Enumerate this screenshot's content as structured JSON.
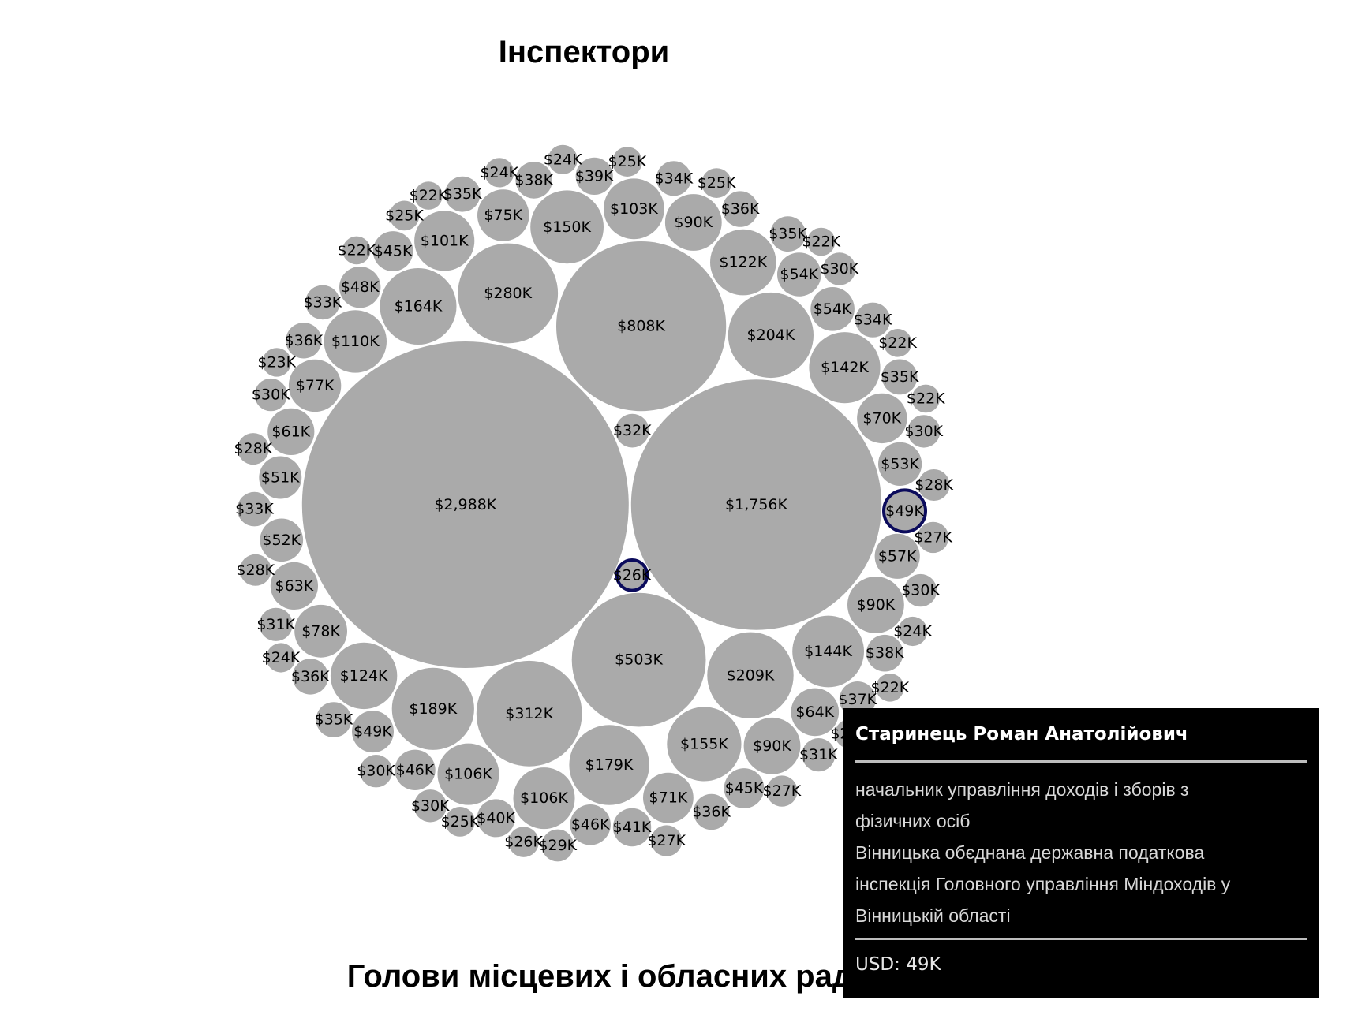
{
  "chart_data": {
    "type": "bubble",
    "title": "Інспектори",
    "next_section_title": "Голови місцевих і обласних рад",
    "bubble_color": "#aaaaaa",
    "highlight_color": "#0b0b5c",
    "bubbles": [
      {
        "label": "$2,988K",
        "value": 2988
      },
      {
        "label": "$1,756K",
        "value": 1756
      },
      {
        "label": "$808K",
        "value": 808
      },
      {
        "label": "$503K",
        "value": 503
      },
      {
        "label": "$312K",
        "value": 312
      },
      {
        "label": "$280K",
        "value": 280
      },
      {
        "label": "$209K",
        "value": 209
      },
      {
        "label": "$204K",
        "value": 204
      },
      {
        "label": "$189K",
        "value": 189
      },
      {
        "label": "$179K",
        "value": 179
      },
      {
        "label": "$164K",
        "value": 164
      },
      {
        "label": "$155K",
        "value": 155
      },
      {
        "label": "$150K",
        "value": 150
      },
      {
        "label": "$144K",
        "value": 144
      },
      {
        "label": "$142K",
        "value": 142
      },
      {
        "label": "$124K",
        "value": 124
      },
      {
        "label": "$122K",
        "value": 122
      },
      {
        "label": "$110K",
        "value": 110
      },
      {
        "label": "$106K",
        "value": 106
      },
      {
        "label": "$106K",
        "value": 106
      },
      {
        "label": "$103K",
        "value": 103
      },
      {
        "label": "$101K",
        "value": 101
      },
      {
        "label": "$90K",
        "value": 90
      },
      {
        "label": "$90K",
        "value": 90
      },
      {
        "label": "$90K",
        "value": 90
      },
      {
        "label": "$78K",
        "value": 78
      },
      {
        "label": "$77K",
        "value": 77
      },
      {
        "label": "$75K",
        "value": 75
      },
      {
        "label": "$71K",
        "value": 71
      },
      {
        "label": "$70K",
        "value": 70
      },
      {
        "label": "$64K",
        "value": 64
      },
      {
        "label": "$63K",
        "value": 63
      },
      {
        "label": "$61K",
        "value": 61
      },
      {
        "label": "$57K",
        "value": 57
      },
      {
        "label": "$54K",
        "value": 54
      },
      {
        "label": "$54K",
        "value": 54
      },
      {
        "label": "$53K",
        "value": 53
      },
      {
        "label": "$52K",
        "value": 52
      },
      {
        "label": "$51K",
        "value": 51
      },
      {
        "label": "$49K",
        "value": 49,
        "highlighted": true
      },
      {
        "label": "$49K",
        "value": 49
      },
      {
        "label": "$48K",
        "value": 48
      },
      {
        "label": "$46K",
        "value": 46
      },
      {
        "label": "$46K",
        "value": 46
      },
      {
        "label": "$45K",
        "value": 45
      },
      {
        "label": "$45K",
        "value": 45
      },
      {
        "label": "$41K",
        "value": 41
      },
      {
        "label": "$40K",
        "value": 40
      },
      {
        "label": "$39K",
        "value": 39
      },
      {
        "label": "$38K",
        "value": 38
      },
      {
        "label": "$38K",
        "value": 38
      },
      {
        "label": "$37K",
        "value": 37
      },
      {
        "label": "$36K",
        "value": 36
      },
      {
        "label": "$36K",
        "value": 36
      },
      {
        "label": "$36K",
        "value": 36
      },
      {
        "label": "$36K",
        "value": 36
      },
      {
        "label": "$35K",
        "value": 35
      },
      {
        "label": "$35K",
        "value": 35
      },
      {
        "label": "$35K",
        "value": 35
      },
      {
        "label": "$35K",
        "value": 35
      },
      {
        "label": "$34K",
        "value": 34
      },
      {
        "label": "$34K",
        "value": 34
      },
      {
        "label": "$33K",
        "value": 33
      },
      {
        "label": "$33K",
        "value": 33
      },
      {
        "label": "$32K",
        "value": 32
      },
      {
        "label": "$31K",
        "value": 31
      },
      {
        "label": "$31K",
        "value": 31
      },
      {
        "label": "$30K",
        "value": 30
      },
      {
        "label": "$30K",
        "value": 30
      },
      {
        "label": "$30K",
        "value": 30
      },
      {
        "label": "$30K",
        "value": 30
      },
      {
        "label": "$30K",
        "value": 30
      },
      {
        "label": "$30K",
        "value": 30
      },
      {
        "label": "$29K",
        "value": 29
      },
      {
        "label": "$28K",
        "value": 28
      },
      {
        "label": "$28K",
        "value": 28
      },
      {
        "label": "$28K",
        "value": 28
      },
      {
        "label": "$27K",
        "value": 27
      },
      {
        "label": "$27K",
        "value": 27
      },
      {
        "label": "$27K",
        "value": 27
      },
      {
        "label": "$26K",
        "value": 26,
        "highlighted": true
      },
      {
        "label": "$26K",
        "value": 26
      },
      {
        "label": "$25K",
        "value": 25
      },
      {
        "label": "$25K",
        "value": 25
      },
      {
        "label": "$25K",
        "value": 25
      },
      {
        "label": "$25K",
        "value": 25
      },
      {
        "label": "$24K",
        "value": 24
      },
      {
        "label": "$24K",
        "value": 24
      },
      {
        "label": "$24K",
        "value": 24
      },
      {
        "label": "$24K",
        "value": 24
      },
      {
        "label": "$24K",
        "value": 24
      },
      {
        "label": "$23K",
        "value": 23
      },
      {
        "label": "$22K",
        "value": 22
      },
      {
        "label": "$22K",
        "value": 22
      },
      {
        "label": "$22K",
        "value": 22
      },
      {
        "label": "$22K",
        "value": 22
      },
      {
        "label": "$22K",
        "value": 22
      },
      {
        "label": "$22K",
        "value": 22
      }
    ]
  },
  "tooltip": {
    "name": "Старинець Роман Анатолійович",
    "position_lines": [
      "начальник управління доходів і зборів з",
      "фізичних осіб",
      "Вінницька обєднана державна податкова",
      "інспекція Головного управління Міндоходів у",
      "Вінницькій області"
    ],
    "usd": "USD: 49K"
  }
}
